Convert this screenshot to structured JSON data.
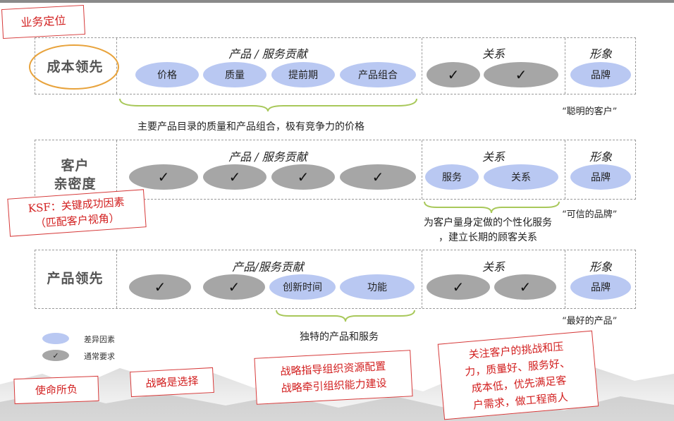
{
  "tags": {
    "business_positioning": "业务定位",
    "ksf": "KSF：关键成功因素\n（匹配客户视角）",
    "mission": "使命所负",
    "strategy_choice": "战略是选择",
    "strategy_guide": "战略指导组织资源配置\n战略牵引组织能力建设",
    "focus_customer": "关注客户的挑战和压\n力，质量好、服务好、\n成本低，优先满足客\n户需求，做工程商人"
  },
  "sections": {
    "product_service": "产品 / 服务贡献",
    "product_service_b": "产品 / 服务贡献",
    "product_service_c": "产品/服务贡献",
    "relation": "关系",
    "image": "形象"
  },
  "rows": {
    "cost": {
      "label": "成本领先",
      "pills": [
        "价格",
        "质量",
        "提前期",
        "产品组合"
      ],
      "relation_check": "✓",
      "image_pill": "品牌",
      "caption": "主要产品目录的质量和产品组合，极有竞争力的价格",
      "quote": "“聪明的客户”"
    },
    "intimacy": {
      "label_line1": "客户",
      "label_line2": "亲密度",
      "check": "✓",
      "relation_pills": [
        "服务",
        "关系"
      ],
      "image_pill": "品牌",
      "caption_line1": "为客户量身定做的个性化服务",
      "caption_line2": "，建立长期的顾客关系",
      "quote": "“可信的品牌”"
    },
    "product": {
      "label": "产品领先",
      "check": "✓",
      "pills": [
        "创新时间",
        "功能"
      ],
      "image_pill": "品牌",
      "caption": "独特的产品和服务",
      "quote": "“最好的产品”"
    }
  },
  "legend": {
    "diff": "差异因素",
    "req": "通常要求",
    "check": "✓"
  },
  "colors": {
    "diff_pill": "#b9c8f2",
    "req_pill": "#a6a6a6",
    "brace": "#a8c85a",
    "tag_red": "#d21f1f",
    "oval_orange": "#e8a33c"
  }
}
